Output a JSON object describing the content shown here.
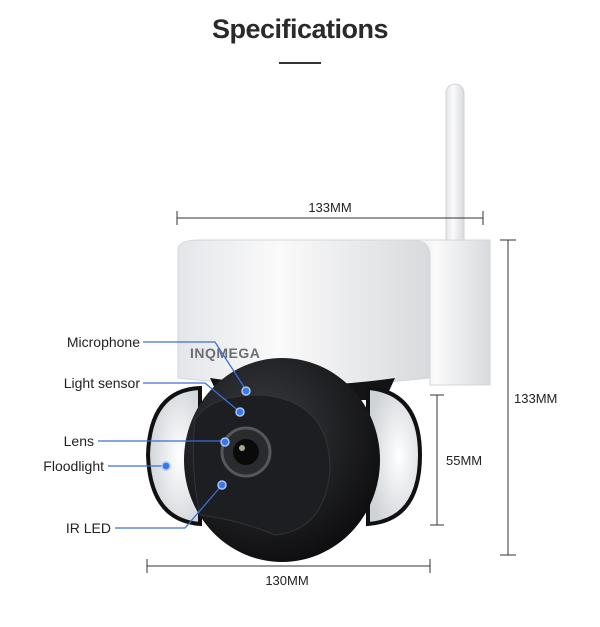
{
  "title": "Specifications",
  "brand": "INQMEGA",
  "callouts": [
    "Microphone",
    "Light sensor",
    "Lens",
    "Floodlight",
    "IR LED"
  ],
  "dimensions": {
    "top_width": "133MM",
    "total_height": "133MM",
    "ball_height": "55MM",
    "bottom_width": "130MM"
  },
  "colors": {
    "callout_line": "#3a6fd8",
    "callout_dot": "#3a78e8"
  }
}
